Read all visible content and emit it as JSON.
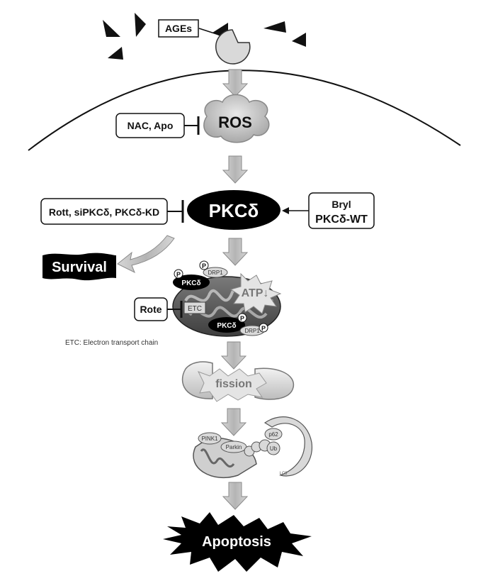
{
  "colors": {
    "arrow_fill": "#bdbdbd",
    "arrow_stroke": "#8a8a8a",
    "black": "#000000",
    "cloud": "#cfcfcf",
    "mito_dark": "#5a5a5a",
    "mito_light": "#d9d9d9"
  },
  "labels": {
    "ages": "AGEs",
    "ros": "ROS",
    "nac_apo": "NAC, Apo",
    "pkcd": "PKCδ",
    "inhibitors": "Rott, siPKCδ, PKCδ-KD",
    "activator_line1": "Bryl",
    "activator_line2": "PKCδ-WT",
    "survival": "Survival",
    "p": "P",
    "drp1": "DRP1",
    "pkcd_small": "PKCδ",
    "atp": "ATP↓",
    "etc": "ETC",
    "rote": "Rote",
    "etc_legend": "ETC: Electron transport chain",
    "fission": "fission",
    "pink1": "PINK1",
    "parkin": "Parkin",
    "p62": "p62",
    "ub": "Ub",
    "lc3": "LC3",
    "apoptosis": "Apoptosis"
  }
}
